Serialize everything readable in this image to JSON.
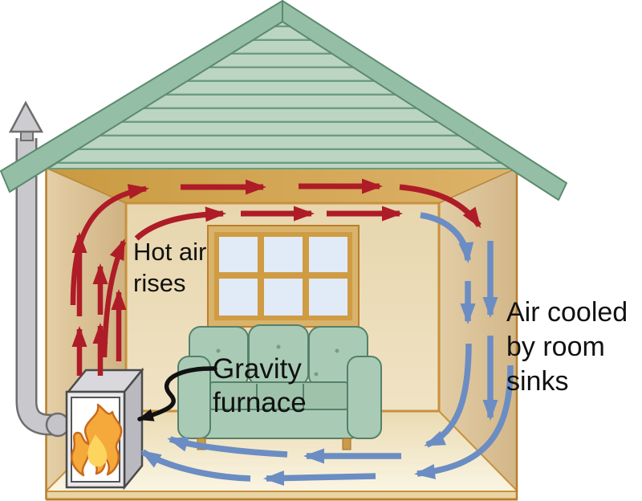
{
  "figure": {
    "type": "convection-diagram",
    "elements": [
      "house",
      "roof",
      "chimney-flue",
      "window",
      "couch",
      "gravity-furnace",
      "flame",
      "hot-air-arrows",
      "cool-air-arrows"
    ]
  },
  "labels": {
    "hot_air": "Hot air\nrises",
    "gravity_furnace": "Gravity\nfurnace",
    "air_cooled": "Air cooled\nby room\nsinks"
  },
  "colors": {
    "hot_air_arrow": "#ae1c27",
    "cool_air_arrow": "#6b8dc3",
    "label_arrow": "#111111",
    "text": "#111111",
    "roof_field": "#bcd5c2",
    "roof_stripe": "#6b9c81",
    "roof_fascia": "#94bea5",
    "wall_trim": "#c8913e",
    "back_wall": "#ebdcb8",
    "ceiling": "#d2a452",
    "floor": "#f6efda",
    "couch": "#a9cbb5",
    "furnace_body": "#d9d9dd",
    "flame": "#f5a93a",
    "pipe": "#c9c9cd",
    "window_glass": "#e1eaf7",
    "background": "#ffffff"
  }
}
